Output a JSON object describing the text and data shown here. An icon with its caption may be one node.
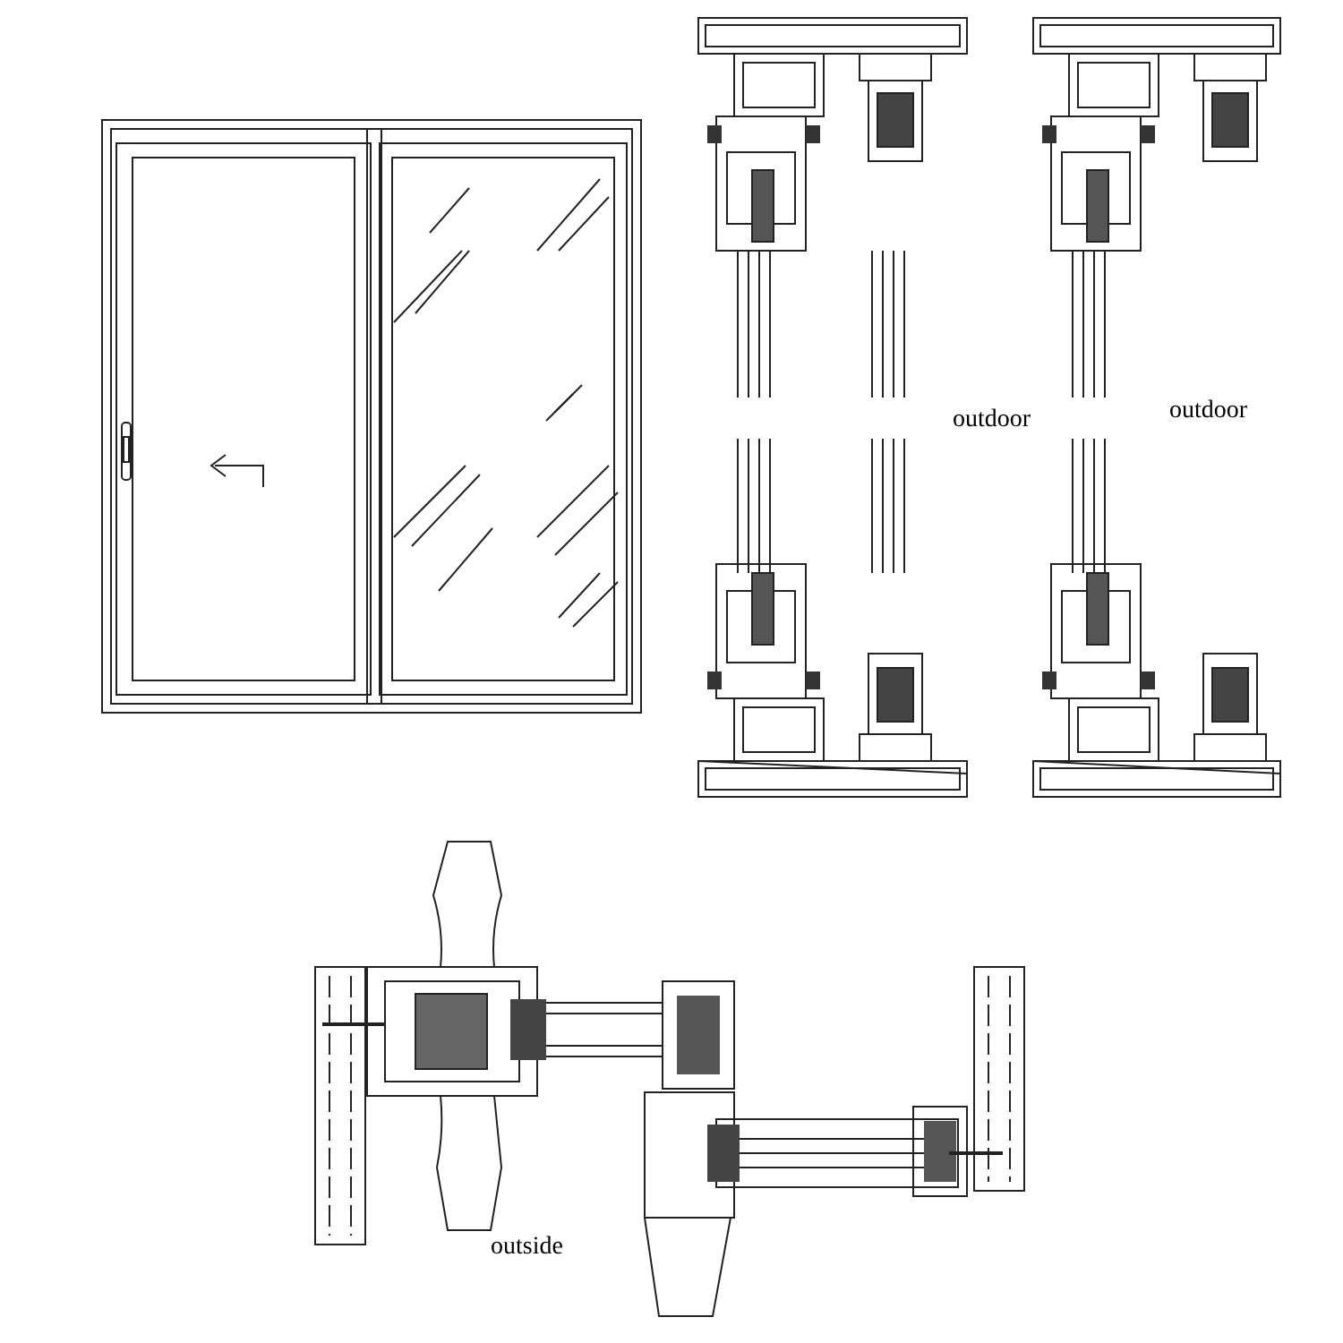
{
  "diagram": {
    "labels": [
      "outdoor",
      "outdoor",
      "outside"
    ]
  }
}
